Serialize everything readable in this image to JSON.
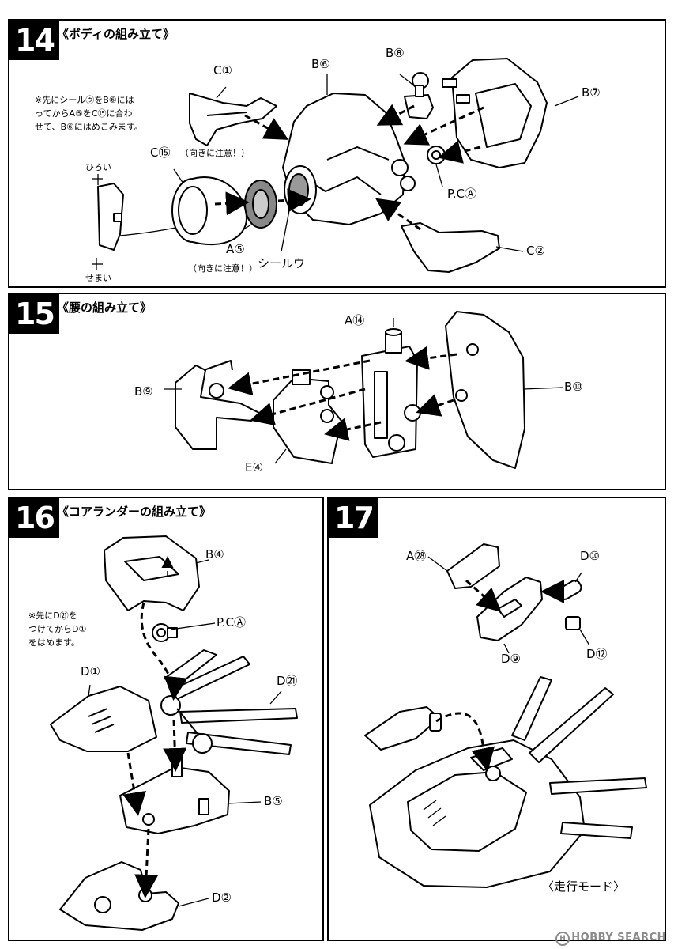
{
  "steps": [
    {
      "number": "14",
      "title": "《ボディの組み立て》",
      "note_lines": [
        "※先にシール㋒をB⑥には",
        "ってからA⑤をC⑮に合わ",
        "せて、B⑥にはめこみます。"
      ],
      "labels": {
        "c1": "C①",
        "b6": "B⑥",
        "b8": "B⑧",
        "b7": "B⑦",
        "c15": "C⑮",
        "c15_note": "（向きに注意！）",
        "pca": "P.CⒶ",
        "a5": "A⑤",
        "a5_note": "（向きに注意！）",
        "seal": "シールウ",
        "c2": "C②",
        "wide": "ひろい",
        "narrow": "せまい"
      }
    },
    {
      "number": "15",
      "title": "《腰の組み立て》",
      "labels": {
        "a14": "A⑭",
        "b9": "B⑨",
        "b10": "B⑩",
        "e4": "E④"
      }
    },
    {
      "number": "16",
      "title": "《コアランダーの組み立て》",
      "note_lines": [
        "※先にD㉑を",
        "つけてからD①",
        "をはめます。"
      ],
      "labels": {
        "b4": "B④",
        "pca": "P.CⒶ",
        "d1": "D①",
        "d21": "D㉑",
        "b5": "B⑤",
        "d2": "D②"
      }
    },
    {
      "number": "17",
      "title": "",
      "labels": {
        "a28": "A㉘",
        "d10": "D⑩",
        "d9": "D⑨",
        "d12": "D⑫",
        "mode": "〈走行モード〉"
      }
    }
  ],
  "watermark": {
    "circle": "H",
    "text": "HOBBY SEARCH"
  },
  "icons": [
    "arrow-icon"
  ]
}
